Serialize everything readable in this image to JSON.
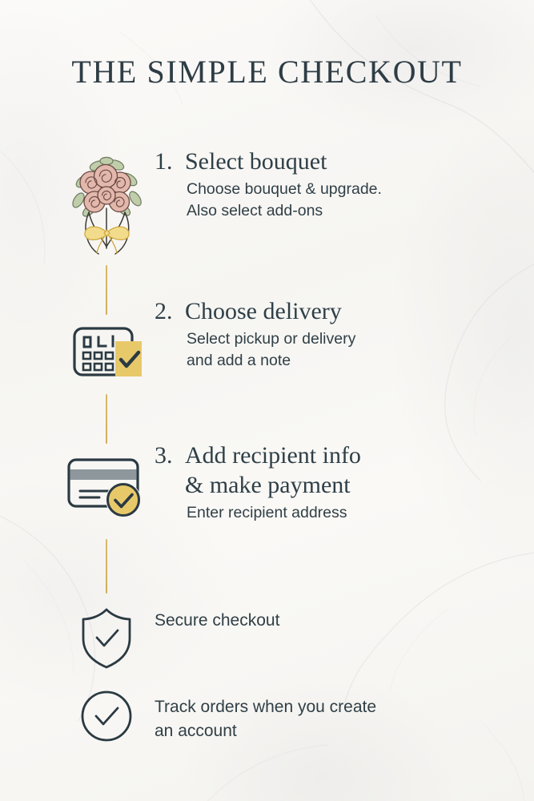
{
  "title": "THE SIMPLE CHECKOUT",
  "colors": {
    "background": "#f7f6f3",
    "text_dark": "#2f3f47",
    "gold": "#e8c96a",
    "gold_line": "#d4b263",
    "rose": "#e0b3a8",
    "leaf_green": "#b7c7a4",
    "ink": "#2b3a42"
  },
  "steps": [
    {
      "number": "1.",
      "heading": "Select bouquet",
      "body_lines": [
        "Choose bouquet & upgrade.",
        "Also select add-ons"
      ],
      "icon": "bouquet-icon"
    },
    {
      "number": "2.",
      "heading": "Choose delivery",
      "body_lines": [
        "Select pickup or delivery",
        "and add a note"
      ],
      "icon": "calendar-check-icon"
    },
    {
      "number": "3.",
      "heading_lines": [
        "Add recipient info",
        "& make payment"
      ],
      "body_lines": [
        "Enter recipient address"
      ],
      "icon": "credit-card-check-icon"
    }
  ],
  "extras": [
    {
      "icon": "shield-check-icon",
      "lines": [
        "Secure checkout"
      ]
    },
    {
      "icon": "circle-check-icon",
      "lines": [
        "Track orders when you create",
        "an account"
      ]
    }
  ]
}
